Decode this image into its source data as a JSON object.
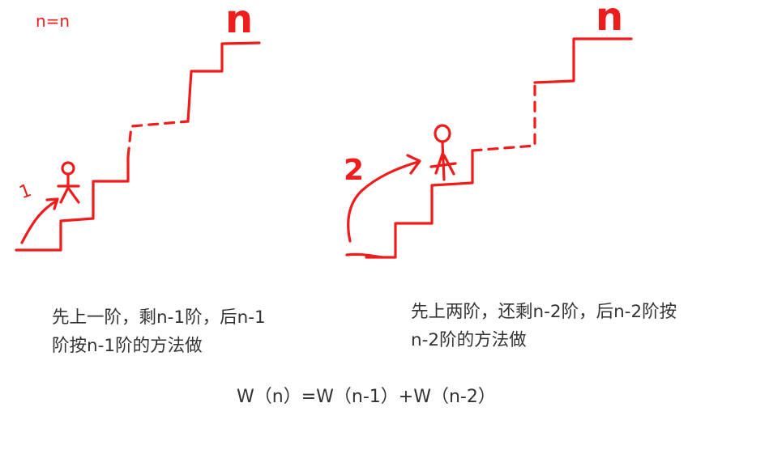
{
  "colors": {
    "ink": "#ef1c1c",
    "text": "#333333",
    "background": "#ffffff"
  },
  "note_top_left": "n=n",
  "left_scene": {
    "top_label": "n",
    "step_count_label": "1",
    "caption_line1": "先上一阶，剩n-1阶，后n-1",
    "caption_line2": "阶按n-1阶的方法做"
  },
  "right_scene": {
    "top_label": "n",
    "step_count_label": "2",
    "caption_line1": "先上两阶，还剩n-2阶，后n-2阶按",
    "caption_line2": "n-2阶的方法做"
  },
  "formula": "W（n）=W（n-1）+W（n-2）"
}
